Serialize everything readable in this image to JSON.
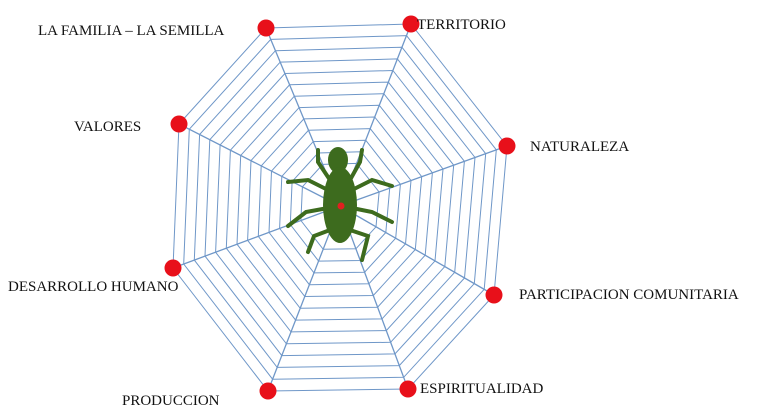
{
  "nodes": [
    {
      "id": "territorio",
      "label": "TERRITORIO"
    },
    {
      "id": "naturaleza",
      "label": "NATURALEZA"
    },
    {
      "id": "participacion",
      "label": "PARTICIPACION COMUNITARIA"
    },
    {
      "id": "espiritualidad",
      "label": "ESPIRITUALIDAD"
    },
    {
      "id": "produccion",
      "label": "PRODUCCION"
    },
    {
      "id": "desarrollo",
      "label": "DESARROLLO HUMANO"
    },
    {
      "id": "valores",
      "label": "VALORES"
    },
    {
      "id": "familia",
      "label": "LA FAMILIA – LA SEMILLA"
    }
  ],
  "colors": {
    "web": "#6f97c8",
    "node_dot": "#e8101a",
    "spider_body": "#3d6b1e",
    "spider_center": "#e02020"
  },
  "icons": {
    "center": "spider-icon"
  }
}
